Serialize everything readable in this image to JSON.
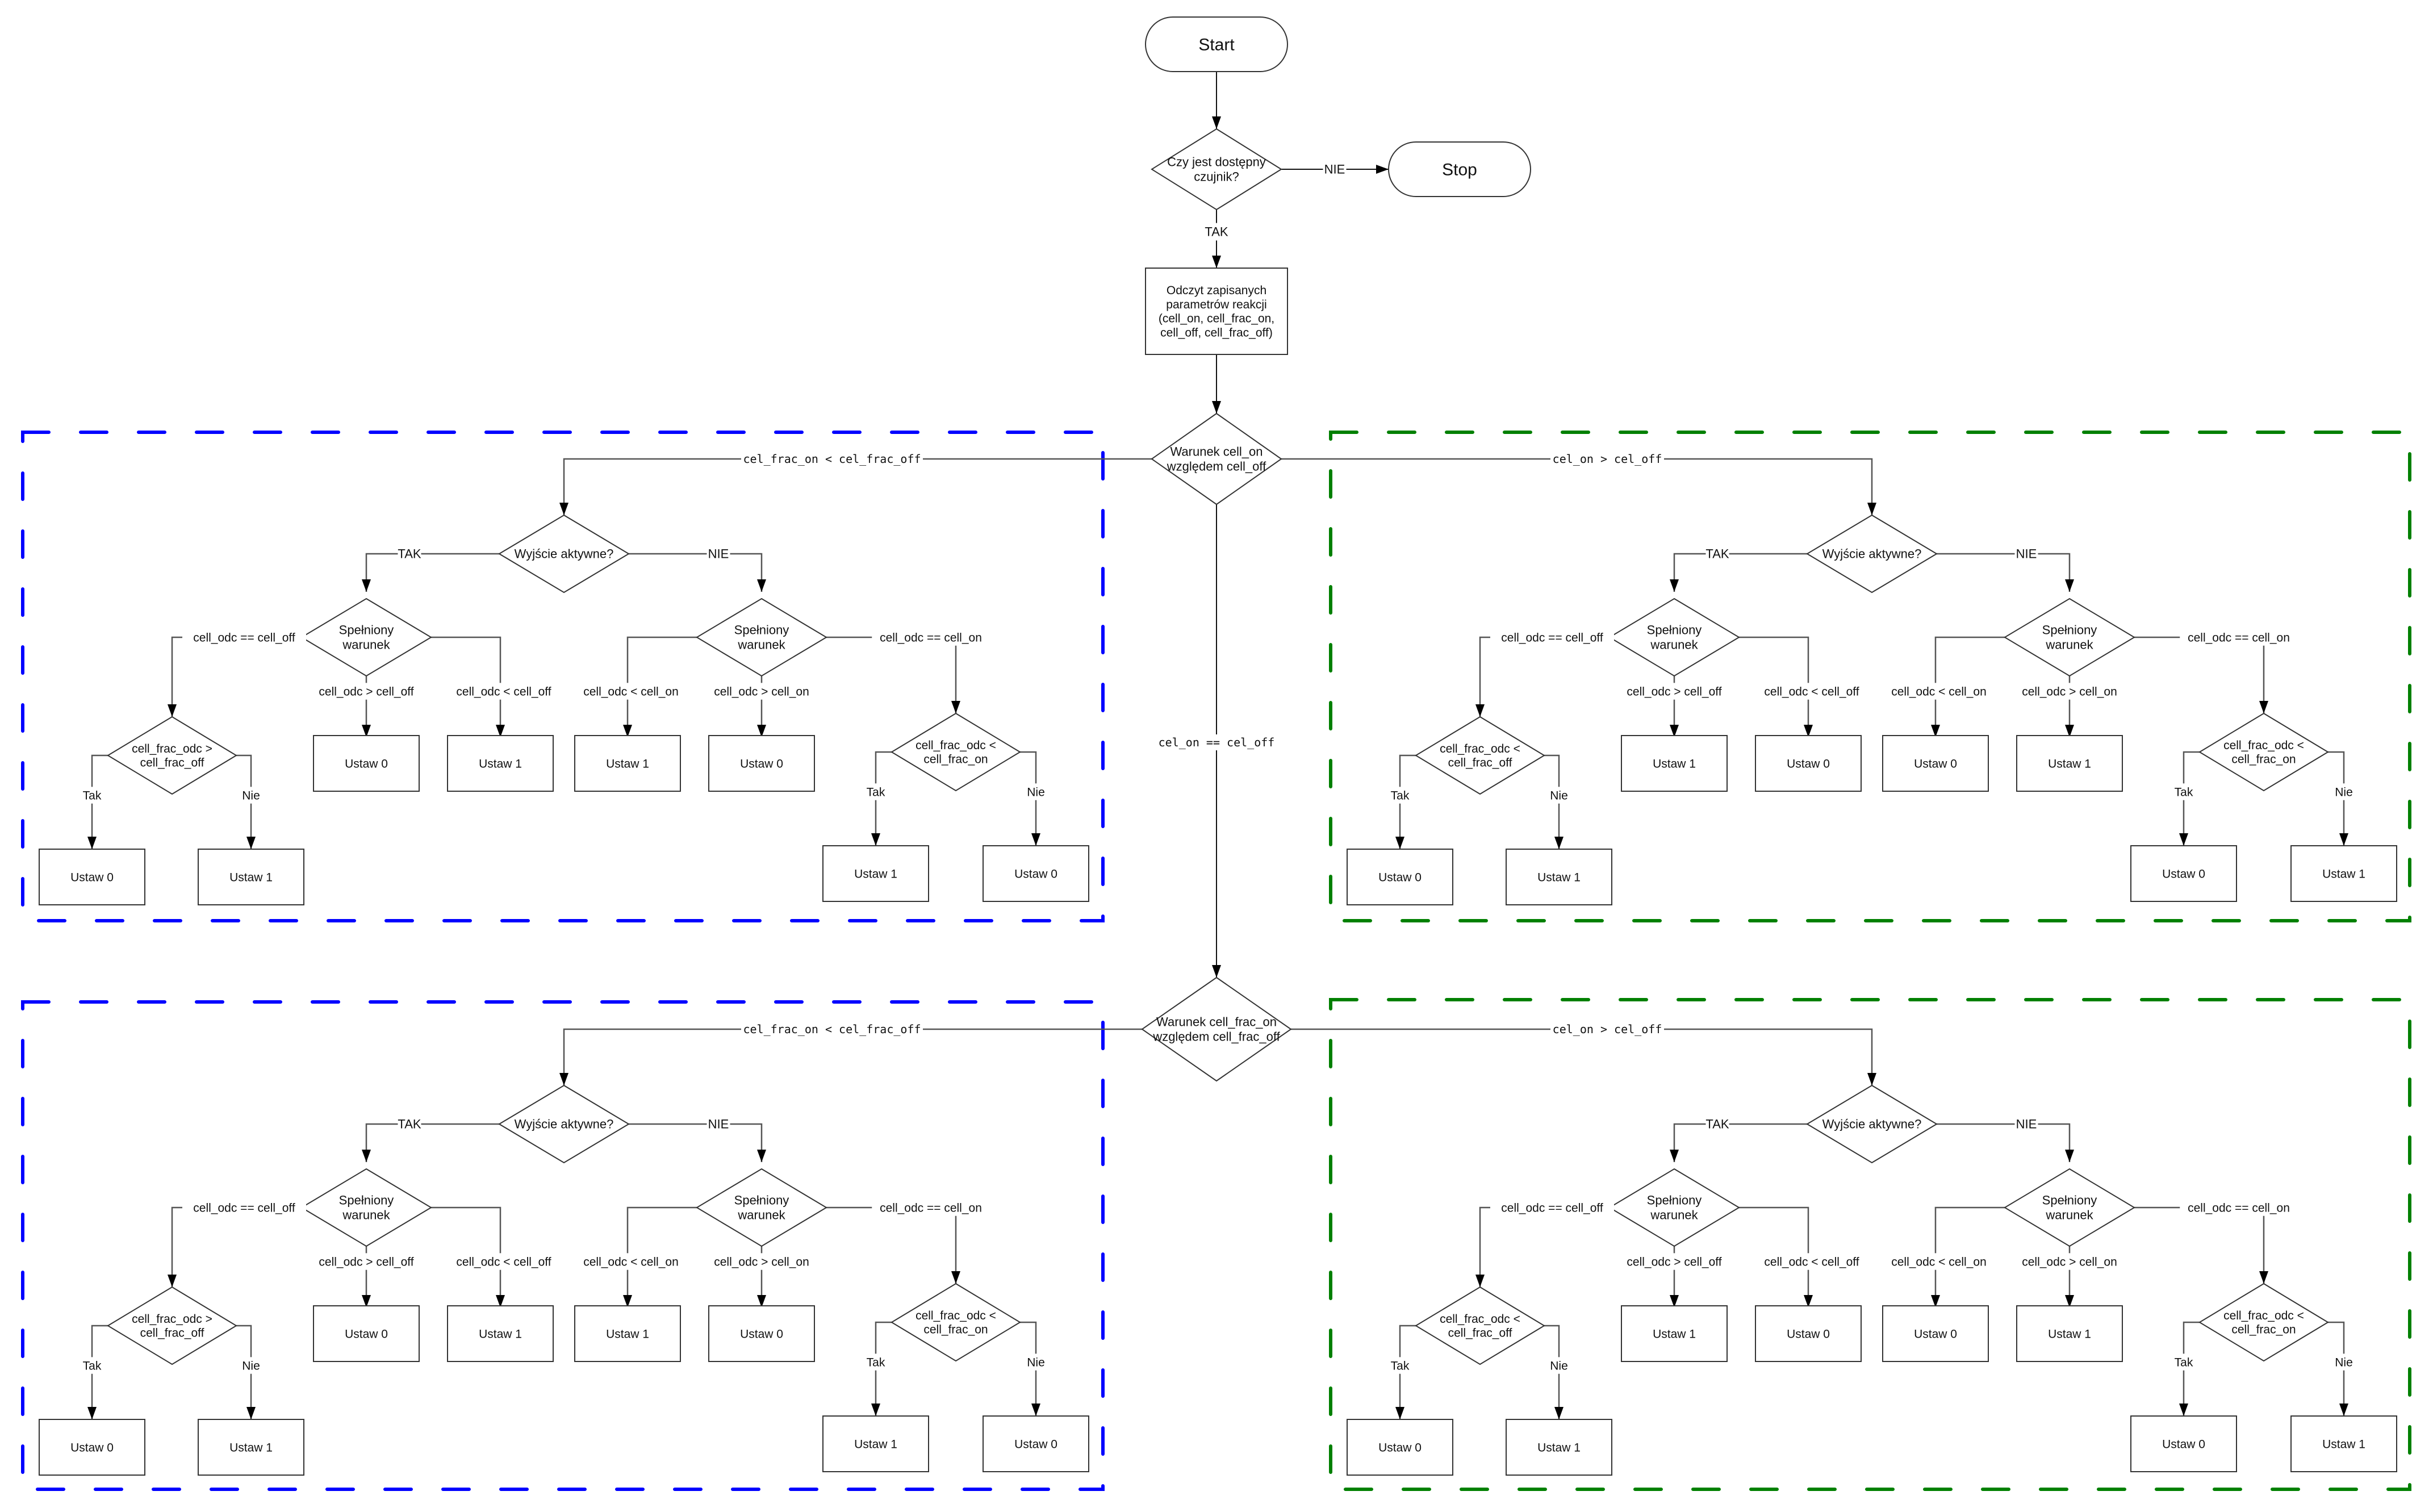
{
  "diagram": {
    "start_label": "Start",
    "stop_label": "Stop",
    "sensor_question": [
      "Czy jest dostępny",
      "czujnik?"
    ],
    "sensor_no": "NIE",
    "sensor_yes": "TAK",
    "read_params": [
      "Odczyt zapisanych",
      "parametrów reakcji",
      "(cell_on, cell_frac_on,",
      "cell_off, cell_frac_off)"
    ],
    "main_decisions": [
      {
        "lines": [
          "Warunek cell_on",
          "względem cell_off"
        ],
        "left_edge": "cel_frac_on < cel_frac_off",
        "right_edge": "cel_on > cel_off",
        "down_edge": "cel_on == cel_off"
      },
      {
        "lines": [
          "Warunek cell_frac_on",
          "względem cell_frac_off"
        ],
        "left_edge": "cel_frac_on < cel_frac_off",
        "right_edge": "cel_on > cel_off",
        "down_edge": ""
      }
    ],
    "group_colors": {
      "left": "#0000ff",
      "right": "#008000"
    },
    "groups": {
      "left": {
        "output_question": "Wyjście aktywne?",
        "yes_label": "TAK",
        "no_label": "NIE",
        "yes_branch": {
          "question": [
            "Spełniony",
            "warunek"
          ],
          "eq_label": "cell_odc == cell_off",
          "gt_label": "cell_odc > cell_off",
          "lt_label": "cell_odc < cell_off",
          "gt_result": "Ustaw 0",
          "lt_result": "Ustaw 1",
          "frac_question": [
            "cell_frac_odc >",
            "cell_frac_off"
          ],
          "frac_yes": "Tak",
          "frac_no": "Nie",
          "frac_yes_result": "Ustaw 0",
          "frac_no_result": "Ustaw 1"
        },
        "no_branch": {
          "question": [
            "Spełniony",
            "warunek"
          ],
          "eq_label": "cell_odc == cell_on",
          "lt_label": "cell_odc < cell_on",
          "gt_label": "cell_odc > cell_on",
          "lt_result": "Ustaw 1",
          "gt_result": "Ustaw 0",
          "frac_question": [
            "cell_frac_odc <",
            "cell_frac_on"
          ],
          "frac_yes": "Tak",
          "frac_no": "Nie",
          "frac_yes_result": "Ustaw 1",
          "frac_no_result": "Ustaw 0"
        }
      },
      "right": {
        "output_question": "Wyjście aktywne?",
        "yes_label": "TAK",
        "no_label": "NIE",
        "yes_branch": {
          "question": [
            "Spełniony",
            "warunek"
          ],
          "eq_label": "cell_odc == cell_off",
          "gt_label": "cell_odc > cell_off",
          "lt_label": "cell_odc < cell_off",
          "gt_result": "Ustaw 1",
          "lt_result": "Ustaw 0",
          "frac_question": [
            "cell_frac_odc <",
            "cell_frac_off"
          ],
          "frac_yes": "Tak",
          "frac_no": "Nie",
          "frac_yes_result": "Ustaw 0",
          "frac_no_result": "Ustaw 1"
        },
        "no_branch": {
          "question": [
            "Spełniony",
            "warunek"
          ],
          "eq_label": "cell_odc == cell_on",
          "lt_label": "cell_odc < cell_on",
          "gt_label": "cell_odc > cell_on",
          "lt_result": "Ustaw 0",
          "gt_result": "Ustaw 1",
          "frac_question": [
            "cell_frac_odc <",
            "cell_frac_on"
          ],
          "frac_yes": "Tak",
          "frac_no": "Nie",
          "frac_yes_result": "Ustaw 0",
          "frac_no_result": "Ustaw 1"
        }
      }
    }
  }
}
